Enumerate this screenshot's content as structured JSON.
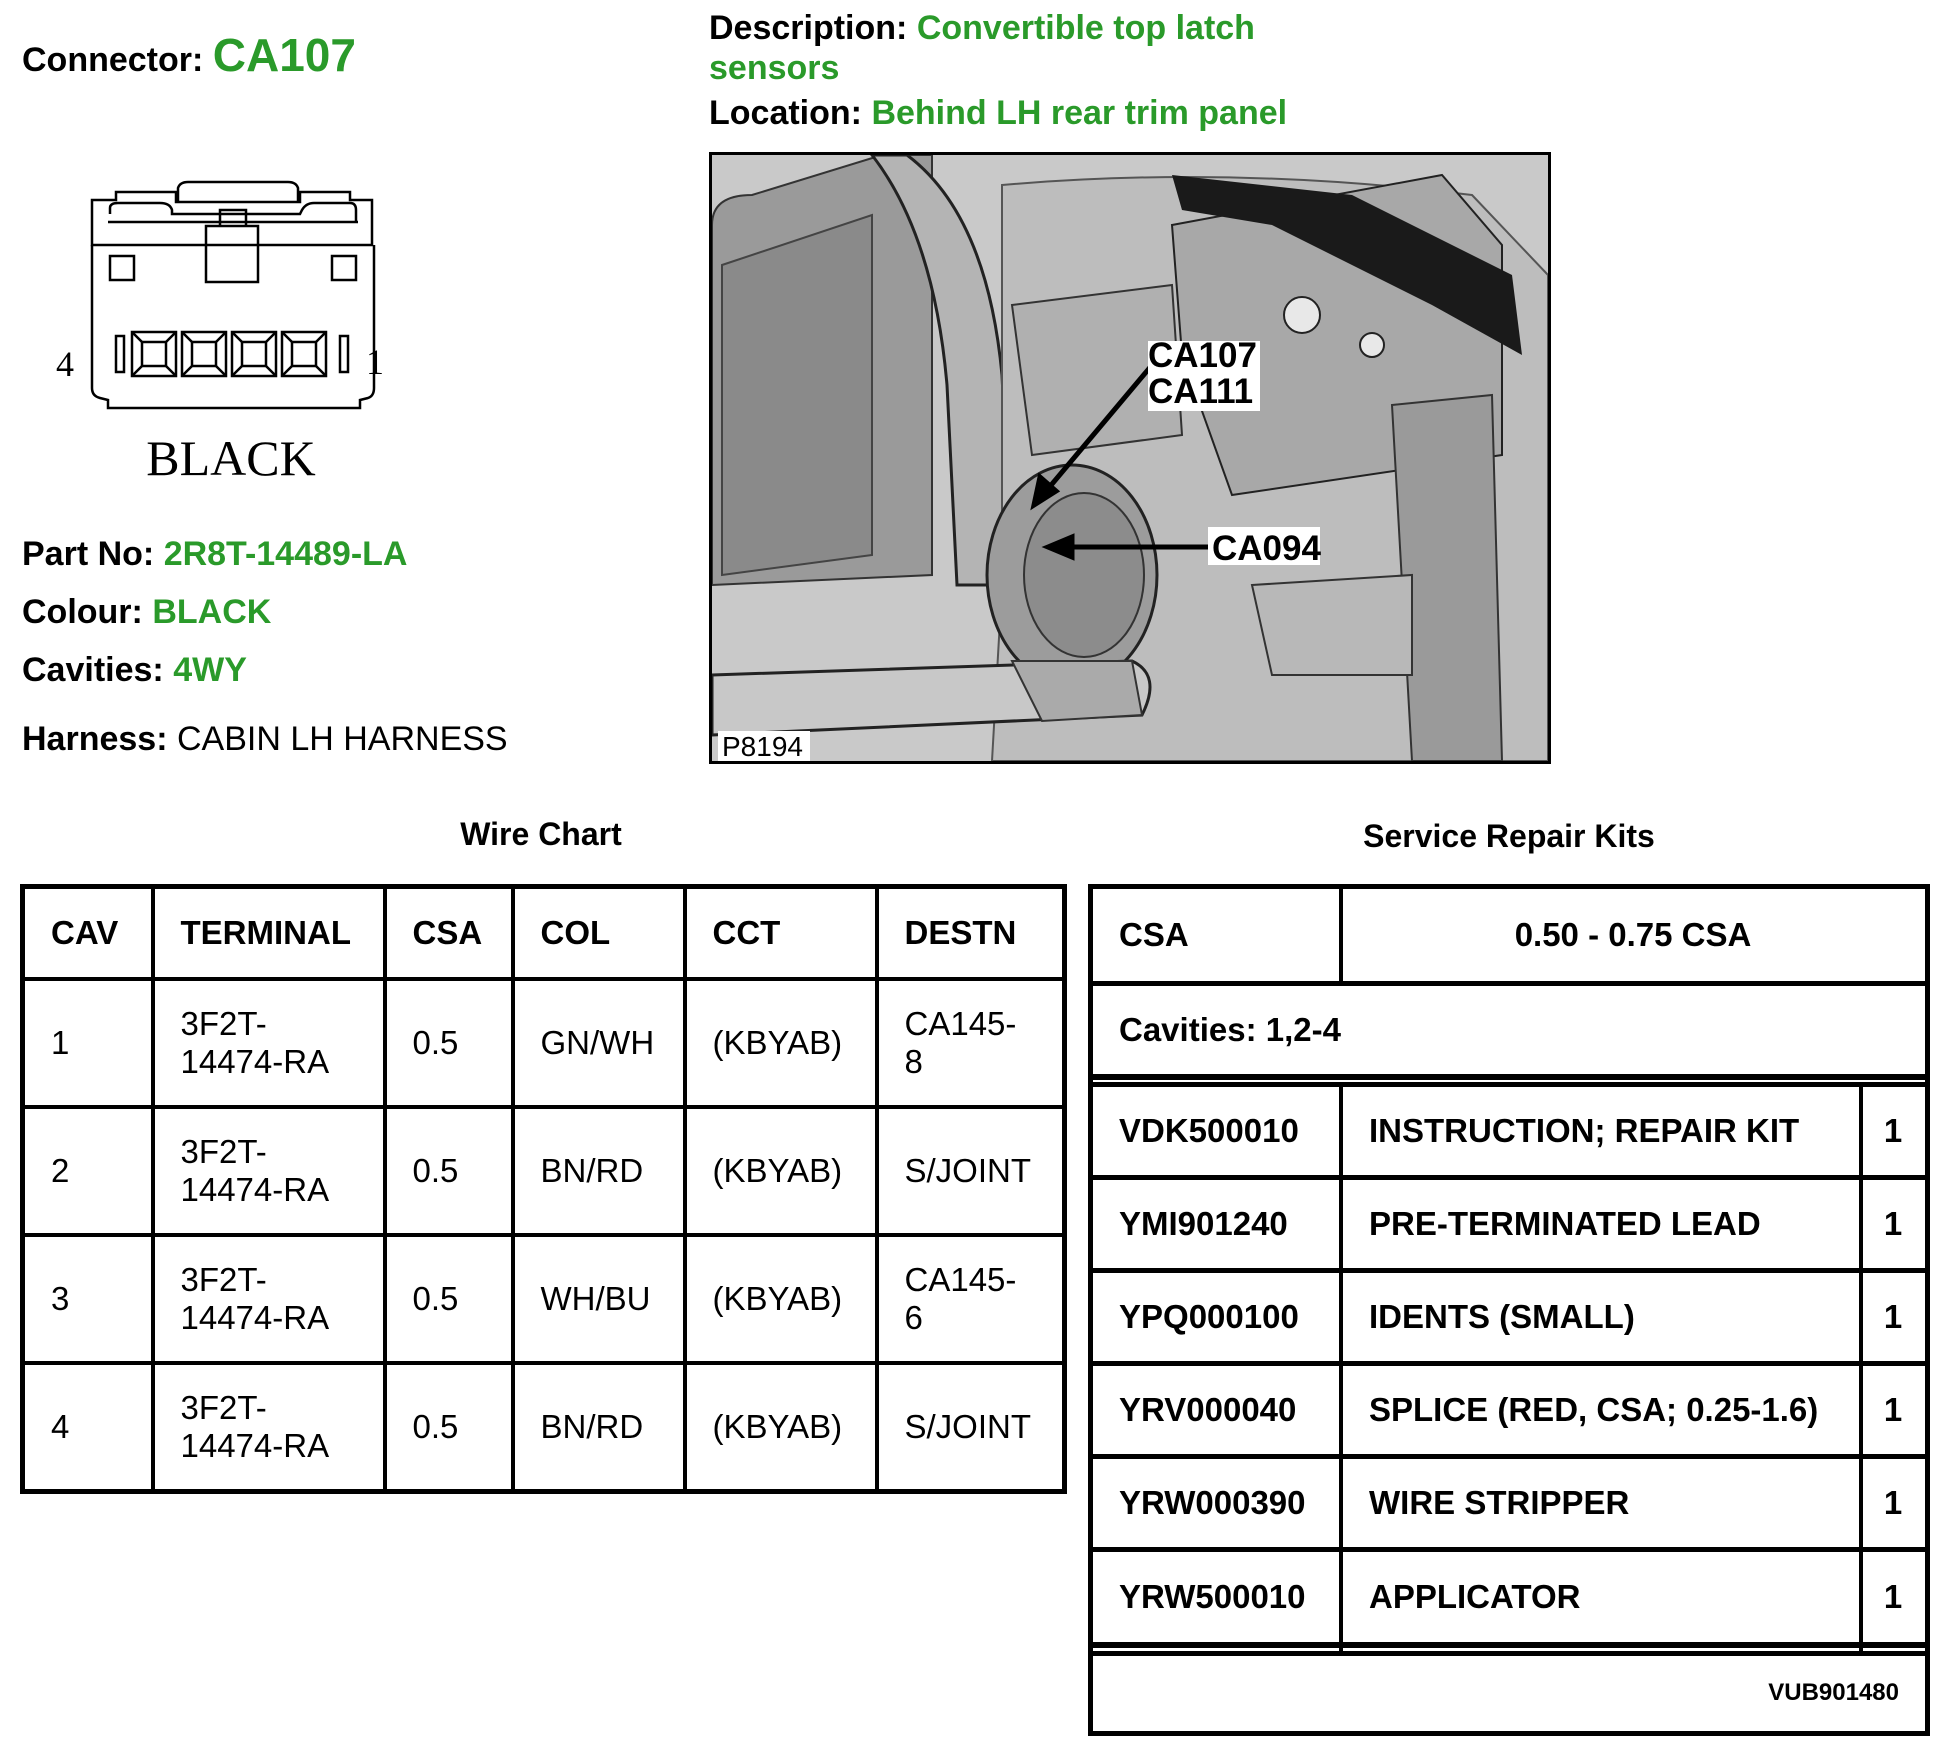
{
  "header": {
    "connector_label": "Connector:",
    "connector_value": "CA107",
    "description_label": "Description:",
    "description_value_line1": "Convertible top latch",
    "description_value_line2": "sensors",
    "location_label": "Location:",
    "location_value": "Behind LH rear trim panel"
  },
  "connector_diagram": {
    "pin_left": "4",
    "pin_right": "1",
    "colour_text": "BLACK"
  },
  "details": {
    "part_no_label": "Part No:",
    "part_no_value": "2R8T-14489-LA",
    "colour_label": "Colour:",
    "colour_value": "BLACK",
    "cavities_label": "Cavities:",
    "cavities_value": "4WY",
    "harness_label": "Harness:",
    "harness_value": "CABIN LH HARNESS"
  },
  "photo": {
    "callout_1a": "CA107",
    "callout_1b": "CA111",
    "callout_2": "CA094",
    "figure_id": "P8194"
  },
  "wire_chart": {
    "title": "Wire Chart",
    "headers": [
      "CAV",
      "TERMINAL",
      "CSA",
      "COL",
      "CCT",
      "DESTN"
    ],
    "rows": [
      {
        "cav": "1",
        "terminal_1": "3F2T-",
        "terminal_2": "14474-RA",
        "csa": "0.5",
        "col": "GN/WH",
        "cct": "(KBYAB)",
        "destn_1": "CA145-",
        "destn_2": "8"
      },
      {
        "cav": "2",
        "terminal_1": "3F2T-",
        "terminal_2": "14474-RA",
        "csa": "0.5",
        "col": "BN/RD",
        "cct": "(KBYAB)",
        "destn_1": "S/JOINT",
        "destn_2": ""
      },
      {
        "cav": "3",
        "terminal_1": "3F2T-",
        "terminal_2": "14474-RA",
        "csa": "0.5",
        "col": "WH/BU",
        "cct": "(KBYAB)",
        "destn_1": "CA145-",
        "destn_2": "6"
      },
      {
        "cav": "4",
        "terminal_1": "3F2T-",
        "terminal_2": "14474-RA",
        "csa": "0.5",
        "col": "BN/RD",
        "cct": "(KBYAB)",
        "destn_1": "S/JOINT",
        "destn_2": ""
      }
    ]
  },
  "service_kits": {
    "title": "Service Repair Kits",
    "csa_label": "CSA",
    "csa_value": "0.50 - 0.75 CSA",
    "cavities_text": "Cavities: 1,2-4",
    "items": [
      {
        "code": "VDK500010",
        "desc": "INSTRUCTION; REPAIR KIT",
        "qty": "1"
      },
      {
        "code": "YMI901240",
        "desc": "PRE-TERMINATED LEAD",
        "qty": "1"
      },
      {
        "code": "YPQ000100",
        "desc": "IDENTS (SMALL)",
        "qty": "1"
      },
      {
        "code": "YRV000040",
        "desc": "SPLICE (RED, CSA; 0.25-1.6)",
        "qty": "1"
      },
      {
        "code": "YRW000390",
        "desc": "WIRE STRIPPER",
        "qty": "1"
      },
      {
        "code": "YRW500010",
        "desc": "APPLICATOR",
        "qty": "1"
      }
    ],
    "footer_code": "VUB901480"
  },
  "colors": {
    "accent_green": "#2a9a2a"
  }
}
